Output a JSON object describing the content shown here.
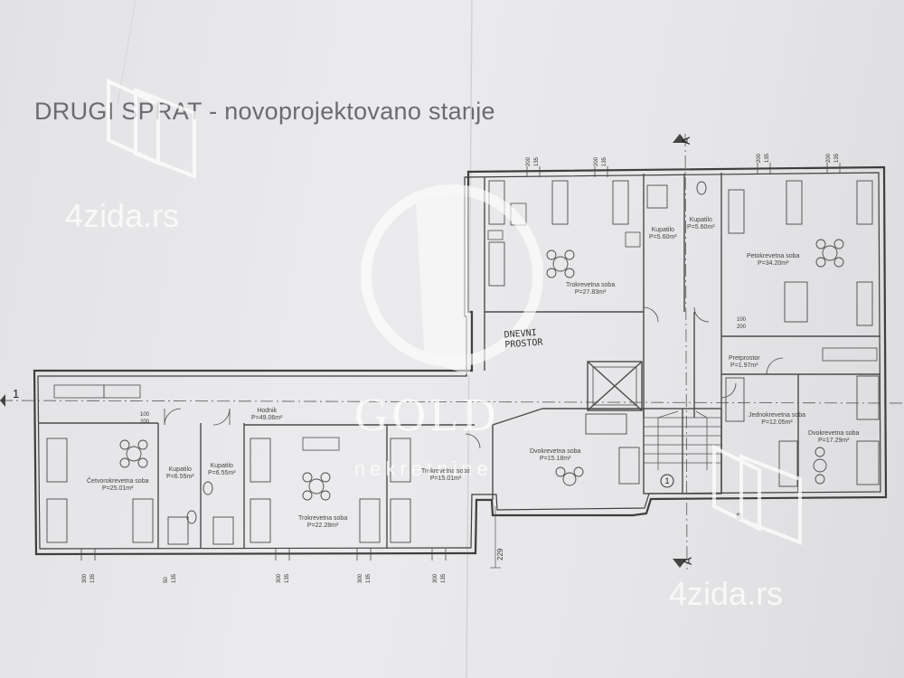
{
  "title": "DRUGI SPRAT - novoprojektovano stanje",
  "rooms": [
    {
      "id": "room-trokrevetna-top",
      "name": "Trokrevetna soba",
      "area": "P=27.83m²"
    },
    {
      "id": "room-kupatilo-top-1",
      "name": "Kupatilo",
      "area": "P=5.60m²"
    },
    {
      "id": "room-kupatilo-top-2",
      "name": "Kupatilo",
      "area": "P=5.60m²"
    },
    {
      "id": "room-petokrevetna",
      "name": "Petokrevetna soba",
      "area": "P=34.20m²"
    },
    {
      "id": "room-pretprostor",
      "name": "Pretprostor",
      "area": "P=1.97m²"
    },
    {
      "id": "room-hodnik",
      "name": "Hodnik",
      "area": "P=49.06m²"
    },
    {
      "id": "room-cetvorokrevetna",
      "name": "Četvorokrevetna soba",
      "area": "P=25.01m²"
    },
    {
      "id": "room-kupatilo-bottom-1",
      "name": "Kupatilo",
      "area": "P=6.55m²"
    },
    {
      "id": "room-kupatilo-bottom-2",
      "name": "Kupatilo",
      "area": "P=6.55m²"
    },
    {
      "id": "room-trokrevetna-bottom-1",
      "name": "Trokrevetna soba",
      "area": "P=22.28m²"
    },
    {
      "id": "room-trokrevetna-bottom-2",
      "name": "Trokrevetna soba",
      "area": "P=15.01m²"
    },
    {
      "id": "room-dvokrevetna-1",
      "name": "Dvokrevetna soba",
      "area": "P=15.18m²"
    },
    {
      "id": "room-jednokrevetna",
      "name": "Jednokrevetna soba",
      "area": "P=12.05m²"
    },
    {
      "id": "room-dvokrevetna-2",
      "name": "Dvokrevetna soba",
      "area": "P=17.29m²"
    }
  ],
  "handwritten_note": [
    "DNEVNI",
    "PROSTOR"
  ],
  "section_marks": {
    "a": "A",
    "axis_1": "1",
    "stair_number": "1"
  },
  "dimensions": {
    "top_window": [
      "200",
      "135"
    ],
    "bottom_window": [
      "300",
      "135"
    ],
    "bottom_small": [
      "50",
      "135"
    ],
    "door": [
      "100",
      "200"
    ],
    "height_229": "229",
    "side_53": "53"
  },
  "watermarks": {
    "site": "4zida.rs",
    "agency": "GOLD",
    "agency_sub": "nekretnine"
  },
  "colors": {
    "line": "#4a4a4a",
    "watermark": "#ffffff",
    "paper": "#e6e6e8"
  }
}
